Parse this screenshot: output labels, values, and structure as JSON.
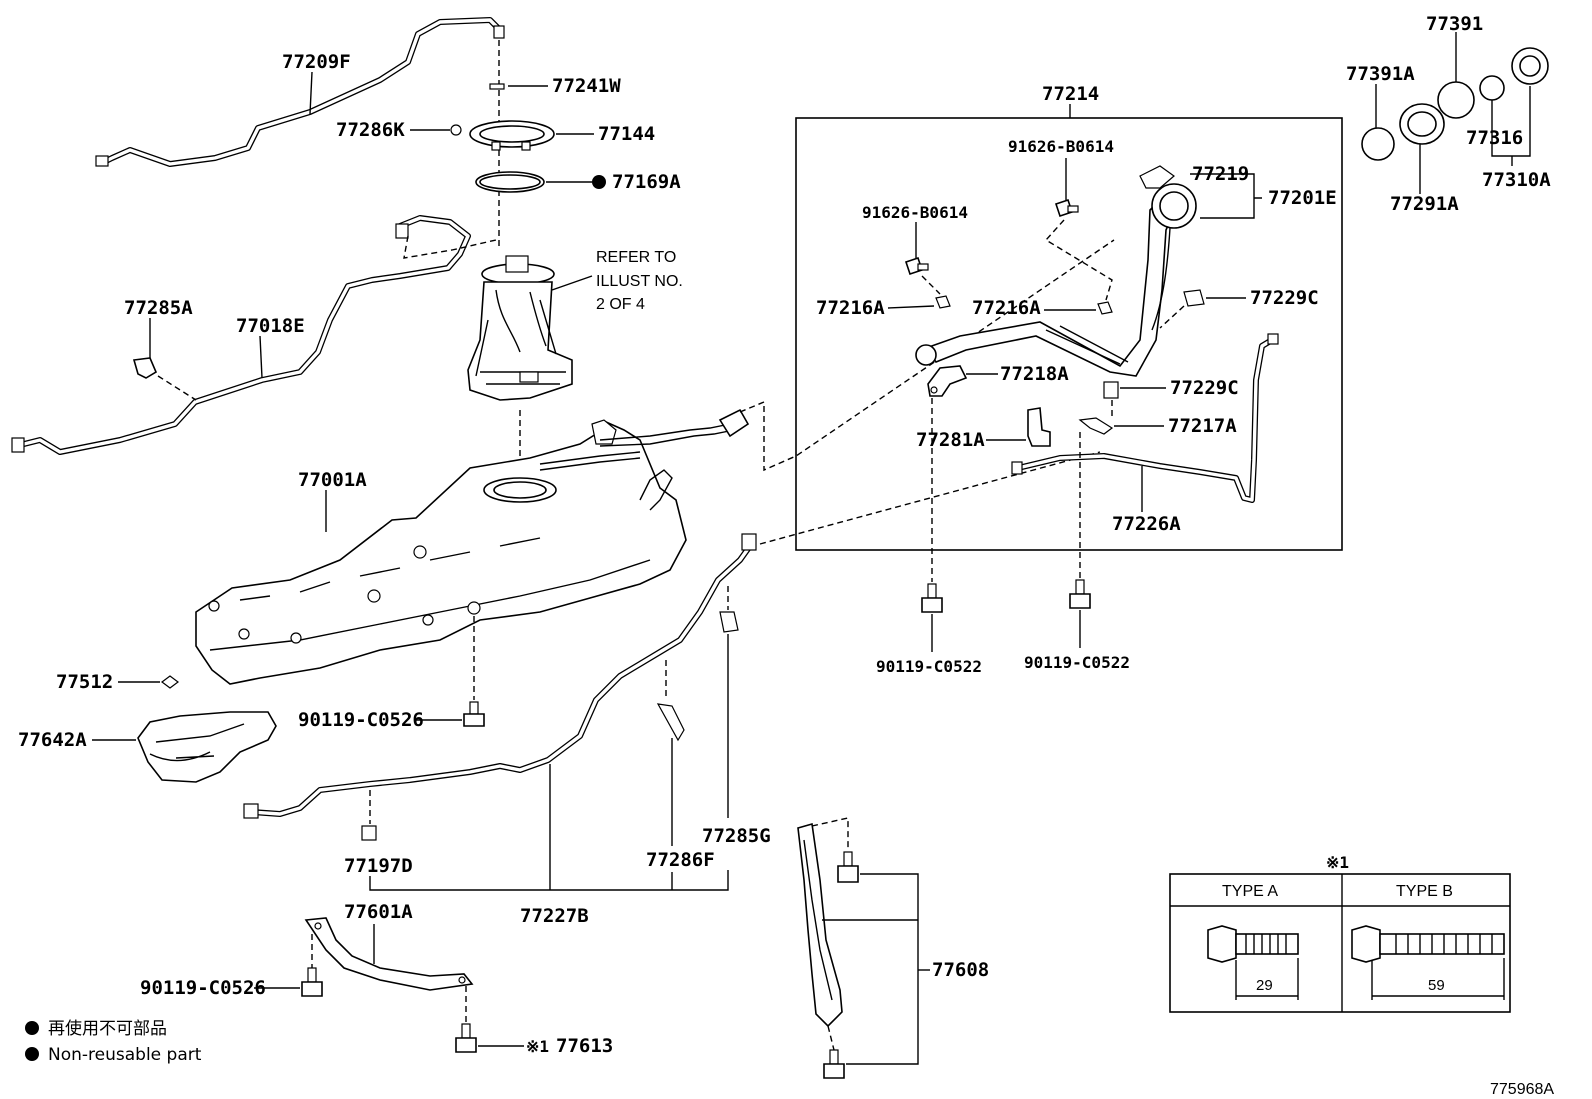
{
  "diagram_id": "775968A",
  "callouts": {
    "p77209F": "77209F",
    "p77241W": "77241W",
    "p77286K": "77286K",
    "p77144": "77144",
    "p77169A": "77169A",
    "p77285A": "77285A",
    "p77018E": "77018E",
    "p77001A": "77001A",
    "p77512": "77512",
    "p77642A": "77642A",
    "p90119_C0526_a": "90119-C0526",
    "p77197D": "77197D",
    "p77227B": "77227B",
    "p77286F": "77286F",
    "p77285G": "77285G",
    "p77601A": "77601A",
    "p90119_C0526_b": "90119-C0526",
    "p77613": "77613",
    "p77608": "77608",
    "p77214": "77214",
    "p91626_B0614_a": "91626-B0614",
    "p91626_B0614_b": "91626-B0614",
    "p77219": "77219",
    "p77201E": "77201E",
    "p77216A_a": "77216A",
    "p77216A_b": "77216A",
    "p77229C_a": "77229C",
    "p77218A": "77218A",
    "p77229C_b": "77229C",
    "p77281A": "77281A",
    "p77217A": "77217A",
    "p77226A": "77226A",
    "p90119_C0522_a": "90119-C0522",
    "p90119_C0522_b": "90119-C0522",
    "p77391": "77391",
    "p77391A": "77391A",
    "p77316": "77316",
    "p77291A": "77291A",
    "p77310A": "77310A"
  },
  "refer_note": [
    "REFER TO",
    "ILLUST NO.",
    "2 OF 4"
  ],
  "note_marker": "※1",
  "legend": {
    "jp": "再使用不可部品",
    "en": "Non-reusable part"
  },
  "type_table": {
    "header_mark": "※1",
    "type_a": "TYPE A",
    "type_b": "TYPE B",
    "dim_a": "29",
    "dim_b": "59"
  }
}
